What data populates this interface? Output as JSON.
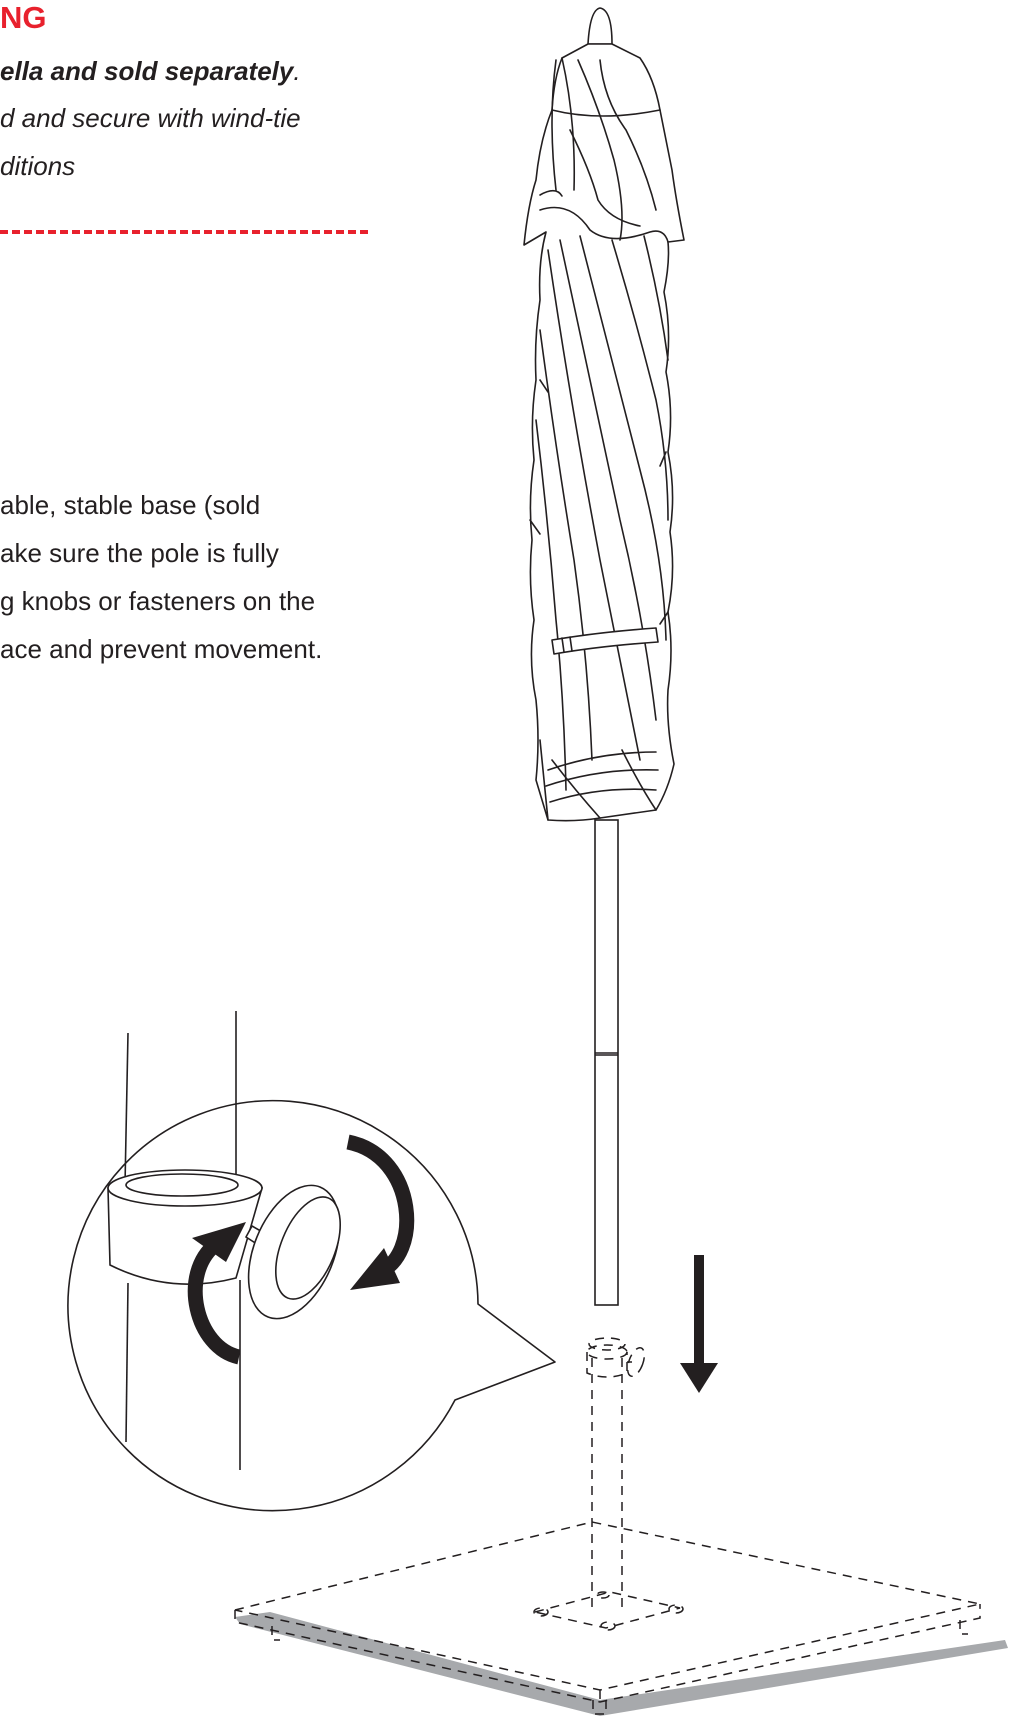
{
  "warning": {
    "title": "NG",
    "line1_bold": "ella and sold separately",
    "line1_tail": ".",
    "line2": "d and secure with wind-tie",
    "line3": "ditions"
  },
  "step": {
    "lines": [
      "able, stable base (sold",
      "ake sure the pole is fully",
      "g knobs or fasteners on the",
      "ace and prevent movement."
    ]
  },
  "colors": {
    "accent": "#e8212d",
    "text": "#231f20",
    "line": "#231f20",
    "shadow": "#a7a9ac"
  },
  "icons": {
    "rotation_arrows": "rotate-arrows-icon",
    "down_arrow": "arrow-down-icon"
  }
}
